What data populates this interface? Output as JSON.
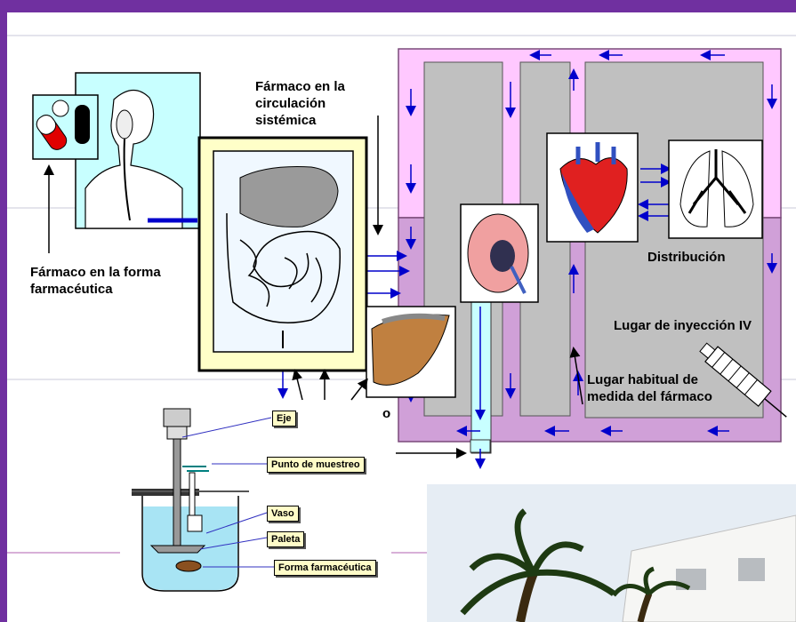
{
  "diagram": {
    "labels": {
      "drug_dosage_form": "Fármaco en la forma farmacéutica",
      "drug_dosage_form_l1": "Fármaco en la forma",
      "drug_dosage_form_l2": "farmacéutica",
      "drug_systemic_l1": "Fármaco en la",
      "drug_systemic_l2": "circulación",
      "drug_systemic_l3": "sistémica",
      "distribution": "Distribución",
      "iv_site": "Lugar de inyección IV",
      "measure_site_l1": "Lugar habitual de",
      "measure_site_l2": "medida del fármaco",
      "partial_letter": "o"
    },
    "apparatus": {
      "shaft": "Eje",
      "sampling_point": "Punto de muestreo",
      "vessel": "Vaso",
      "paddle": "Paleta",
      "dosage_form": "Forma farmacéutica"
    }
  },
  "colors": {
    "frame_purple": "#7030a0",
    "top_pink": "#ffc8ff",
    "bottom_mauve": "#d0a0d8",
    "flow_blue": "#0000cc",
    "organ_gray": "#c0c0c0",
    "gut_panel": "#ffffc8",
    "water": "#a8e4f4",
    "tag_fill": "#fffcc8"
  }
}
